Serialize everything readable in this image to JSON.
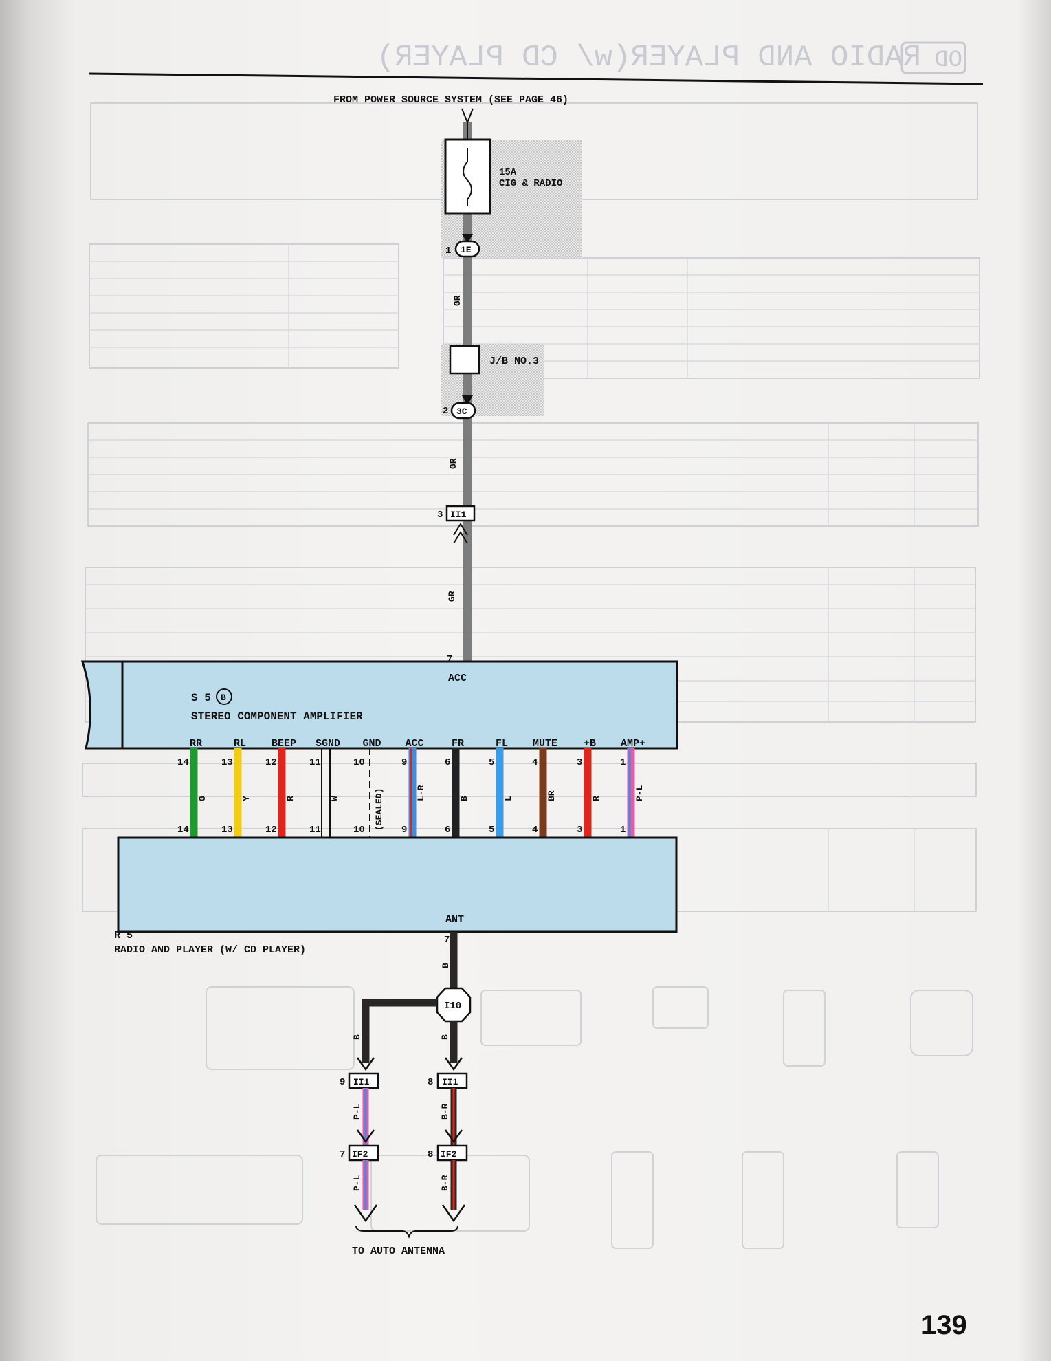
{
  "header": {
    "mirrored_title": "RADIO AND PLAYER(w/ CD PLAYER)",
    "mirrored_badge": "OD"
  },
  "power_source_note": "FROM POWER SOURCE SYSTEM (SEE PAGE 46)",
  "fuse": {
    "rating": "15A",
    "name": "CIG & RADIO"
  },
  "junction_block": {
    "name": "J/B NO.3"
  },
  "connectors": {
    "c1": {
      "pin": "1",
      "id": "1E"
    },
    "c2": {
      "pin": "2",
      "id": "3C"
    },
    "c3": {
      "pin": "3",
      "id": "II1"
    },
    "c9": {
      "pin": "9",
      "id": "II1"
    },
    "c8a": {
      "pin": "8",
      "id": "II1"
    },
    "c7": {
      "pin": "7",
      "id": "IF2"
    },
    "c8b": {
      "pin": "8",
      "id": "IF2"
    },
    "joint": {
      "id": "I10"
    }
  },
  "wire_colors_vertical": {
    "gr1": "GR",
    "gr2": "GR",
    "gr3": "GR",
    "ant_b": "B",
    "left_b": "B",
    "right_b": "B",
    "left_pl_a": "P-L",
    "right_br_a": "B-R",
    "left_pl_b": "P-L",
    "right_br_b": "B-R"
  },
  "amplifier": {
    "code": "S 5",
    "badge": "B",
    "name": "STEREO COMPONENT AMPLIFIER",
    "acc_pin": "7",
    "acc_label": "ACC"
  },
  "radio": {
    "code": "R 5",
    "name": "RADIO AND PLAYER (W/ CD PLAYER)",
    "ant_label": "ANT",
    "ant_pin": "7"
  },
  "sealed_note": "(SEALED)",
  "wires": [
    {
      "top_label": "RR",
      "bottom_label": "RR",
      "pin_top": "14",
      "pin_bottom": "14",
      "color_code": "G",
      "colors": [
        "#1f9a2e"
      ]
    },
    {
      "top_label": "RL",
      "bottom_label": "RL",
      "pin_top": "13",
      "pin_bottom": "13",
      "color_code": "Y",
      "colors": [
        "#f2cc12"
      ]
    },
    {
      "top_label": "BEEP",
      "bottom_label": "BEEP",
      "pin_top": "12",
      "pin_bottom": "12",
      "color_code": "R",
      "colors": [
        "#e0261c"
      ]
    },
    {
      "top_label": "SGND",
      "bottom_label": "SGND",
      "pin_top": "11",
      "pin_bottom": "11",
      "color_code": "W",
      "colors": [
        "#ffffff"
      ]
    },
    {
      "top_label": "GND",
      "bottom_label": "GND",
      "pin_top": "10",
      "pin_bottom": "10",
      "color_code": "",
      "colors": []
    },
    {
      "top_label": "ACC",
      "bottom_label": "ACC",
      "pin_top": "9",
      "pin_bottom": "9",
      "color_code": "L-R",
      "colors": [
        "#3a8fe0",
        "#e0261c"
      ]
    },
    {
      "top_label": "FR",
      "bottom_label": "FR",
      "pin_top": "6",
      "pin_bottom": "6",
      "color_code": "B",
      "colors": [
        "#222222"
      ]
    },
    {
      "top_label": "FL",
      "bottom_label": "FL",
      "pin_top": "5",
      "pin_bottom": "5",
      "color_code": "L",
      "colors": [
        "#3a9be8"
      ]
    },
    {
      "top_label": "MUTE",
      "bottom_label": "MUTE",
      "pin_top": "4",
      "pin_bottom": "4",
      "color_code": "BR",
      "colors": [
        "#7a3a1c"
      ]
    },
    {
      "top_label": "+B",
      "bottom_label": "+B",
      "pin_top": "3",
      "pin_bottom": "3",
      "color_code": "R",
      "colors": [
        "#e0261c"
      ]
    },
    {
      "top_label": "AMP+",
      "bottom_label": "AMP",
      "pin_top": "1",
      "pin_bottom": "1",
      "color_code": "P-L",
      "colors": [
        "#e65aa6",
        "#3a8fe0"
      ]
    }
  ],
  "antenna_note": "TO AUTO ANTENNA",
  "page_number": "139",
  "colors": {
    "gr_wire": "#7d7d7d",
    "black_wire": "#2a2624",
    "component_fill": "#bcdcec",
    "shade": "#c9c9c9",
    "pink": "#e65aa6",
    "blue": "#3a8fe0",
    "red": "#e0261c",
    "ghost": "#b9bcc7"
  }
}
